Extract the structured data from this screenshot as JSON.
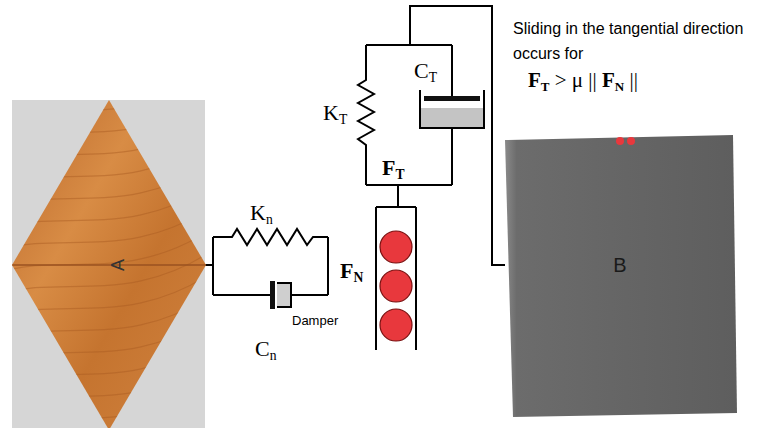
{
  "diagram": {
    "nodes": [
      {
        "text": [
          "A"
        ]
      },
      {
        "text": [
          "B"
        ]
      }
    ],
    "labels": [
      "Kn",
      "Cn",
      "Damper",
      "FN",
      "KT",
      "CT",
      "FT",
      "Sliding in the tangential direction occurs for",
      "FT > μ || FN ||"
    ]
  }
}
